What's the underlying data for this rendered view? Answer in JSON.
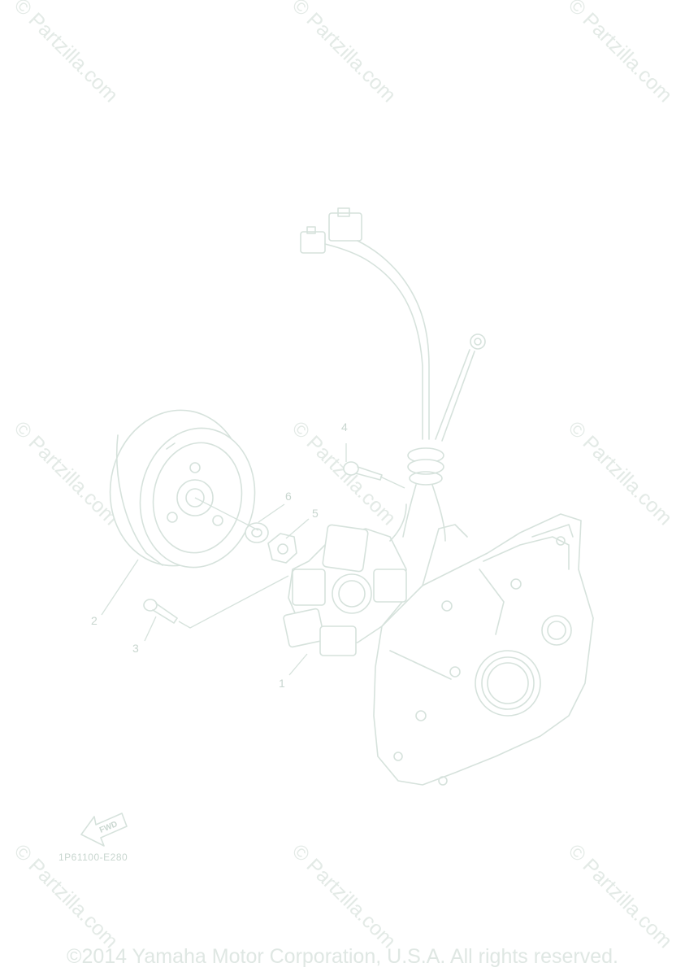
{
  "watermark": {
    "text": "© Partzilla.com"
  },
  "diagram": {
    "callouts": [
      "1",
      "2",
      "3",
      "4",
      "5",
      "6"
    ],
    "drawing_code": "1P61100-E280",
    "fwd_label": "FWD"
  },
  "copyright": "©2014 Yamaha Motor Corporation, U.S.A. All rights reserved.",
  "colors": {
    "line_art": "#d6e2dc",
    "watermark": "#e3eae6"
  }
}
